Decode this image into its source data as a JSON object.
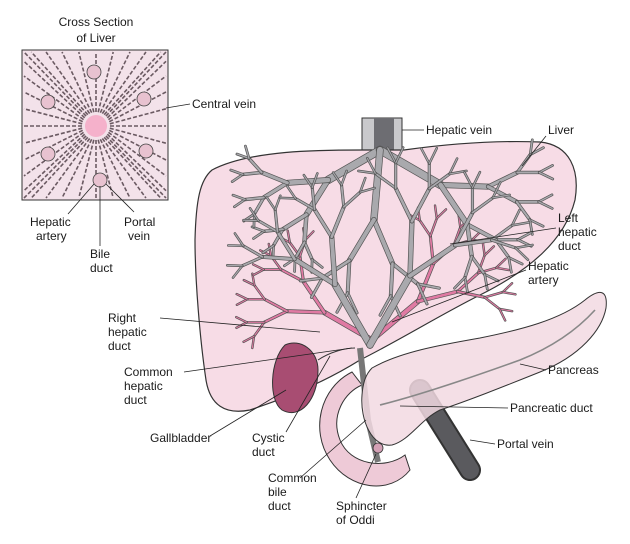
{
  "inset": {
    "title_line1": "Cross Section",
    "title_line2": "of Liver"
  },
  "labels": {
    "central_vein": "Central vein",
    "hepatic_artery_inset_1": "Hepatic",
    "hepatic_artery_inset_2": "artery",
    "portal_vein_inset_1": "Portal",
    "portal_vein_inset_2": "vein",
    "bile_duct_1": "Bile",
    "bile_duct_2": "duct",
    "hepatic_vein": "Hepatic vein",
    "liver": "Liver",
    "left_hepatic_duct_1": "Left",
    "left_hepatic_duct_2": "hepatic",
    "left_hepatic_duct_3": "duct",
    "hepatic_artery_1": "Hepatic",
    "hepatic_artery_2": "artery",
    "right_hepatic_duct_1": "Right",
    "right_hepatic_duct_2": "hepatic",
    "right_hepatic_duct_3": "duct",
    "common_hepatic_duct_1": "Common",
    "common_hepatic_duct_2": "hepatic",
    "common_hepatic_duct_3": "duct",
    "pancreas": "Pancreas",
    "pancreatic_duct": "Pancreatic duct",
    "gallbladder": "Gallbladder",
    "cystic_duct_1": "Cystic",
    "cystic_duct_2": "duct",
    "portal_vein": "Portal vein",
    "common_bile_duct_1": "Common",
    "common_bile_duct_2": "bile",
    "common_bile_duct_3": "duct",
    "sphincter_1": "Sphincter",
    "sphincter_2": "of Oddi"
  },
  "colors": {
    "liver_fill": "#f7dce6",
    "vessel_gray": "#a9a9ad",
    "artery_pink": "#e07aa3",
    "gallbladder": "#a84d72",
    "pancreas_fill": "#f2d9e2",
    "portal_dark": "#4a4a4e"
  }
}
